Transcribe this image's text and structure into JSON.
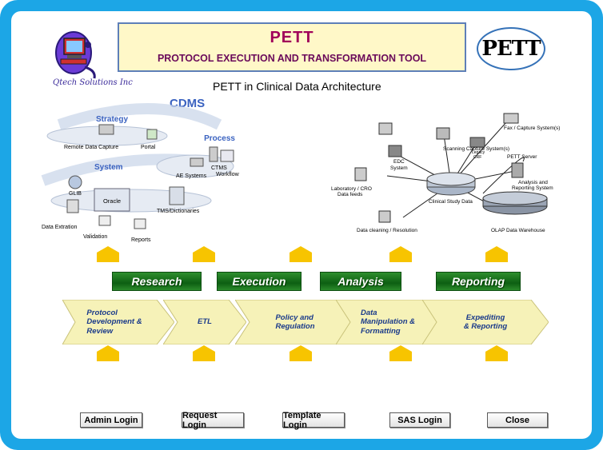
{
  "header": {
    "company_logo_text": "Qtech Solutions Inc",
    "title": "PETT",
    "subtitle": "PROTOCOL EXECUTION AND TRANSFORMATION TOOL",
    "brand_logo_text": "PETT"
  },
  "architecture": {
    "title": "PETT in Clinical Data Architecture",
    "cdms": {
      "title": "CDMS",
      "strategy": "Strategy",
      "process": "Process",
      "system": "System",
      "remote_data_capture": "Remote Data Capture",
      "portal": "Portal",
      "ctms": "CTMS",
      "ae_systems": "AE Systems",
      "workflow": "Workflow",
      "glib": "GLIB",
      "oracle": "Oracle",
      "tms": "TMS/Dictionaries",
      "data_extraction": "Data Extration",
      "validation": "Validation",
      "reports": "Reports"
    },
    "right": {
      "scanning": "Scanning Capture System(s)",
      "fax": "Fax / Capture System(s)",
      "edc_1": "EDC",
      "edc_2": "System",
      "legacy_1": "Legacy",
      "legacy_2": "CRF",
      "pett_server": "PETT Server",
      "lab_1": "Laboratory / CRO",
      "lab_2": "Data feeds",
      "clinical_study_data": "Clinical Study Data",
      "analysis_1": "Analysis and",
      "analysis_2": "Reporting System",
      "cleaning": "Data cleaning / Resolution",
      "olap": "OLAP Data Warehouse"
    }
  },
  "phases": [
    "Research",
    "Execution",
    "Analysis",
    "Reporting"
  ],
  "process_steps": [
    [
      "Protocol",
      "Development &",
      "Review"
    ],
    [
      "ETL"
    ],
    [
      "Policy and",
      "Regulation"
    ],
    [
      "Data",
      "Manipulation &",
      "Formatting"
    ],
    [
      "Expediting",
      "& Reporting"
    ]
  ],
  "buttons": {
    "admin_login": "Admin Login",
    "request_login": "Request Login",
    "template_login": "Template Login",
    "sas_login": "SAS Login",
    "close": "Close"
  },
  "colors": {
    "frame": "#1ca6e6",
    "title_bg": "#fff8c8",
    "phase_green": "#0d5f12",
    "arrow_yellow": "#f7c400",
    "chevron_fill": "#f6f2b8"
  }
}
